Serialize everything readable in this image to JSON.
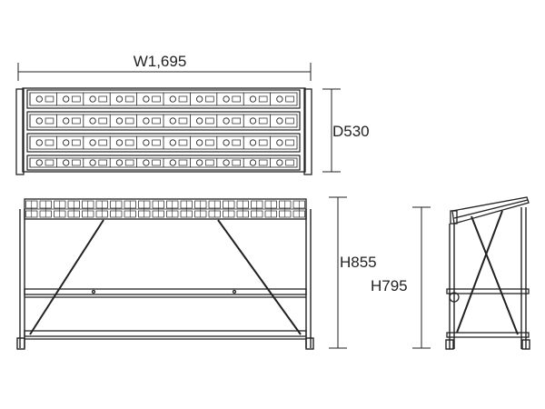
{
  "dimensions": {
    "width": "W1,695",
    "depth": "D530",
    "height_max": "H855",
    "height_min": "H795"
  },
  "colors": {
    "line": "#222222",
    "background": "#ffffff"
  },
  "figure": {
    "views": [
      "top",
      "front",
      "side"
    ],
    "rack": {
      "rows": 4,
      "slots_per_row": 10
    }
  }
}
